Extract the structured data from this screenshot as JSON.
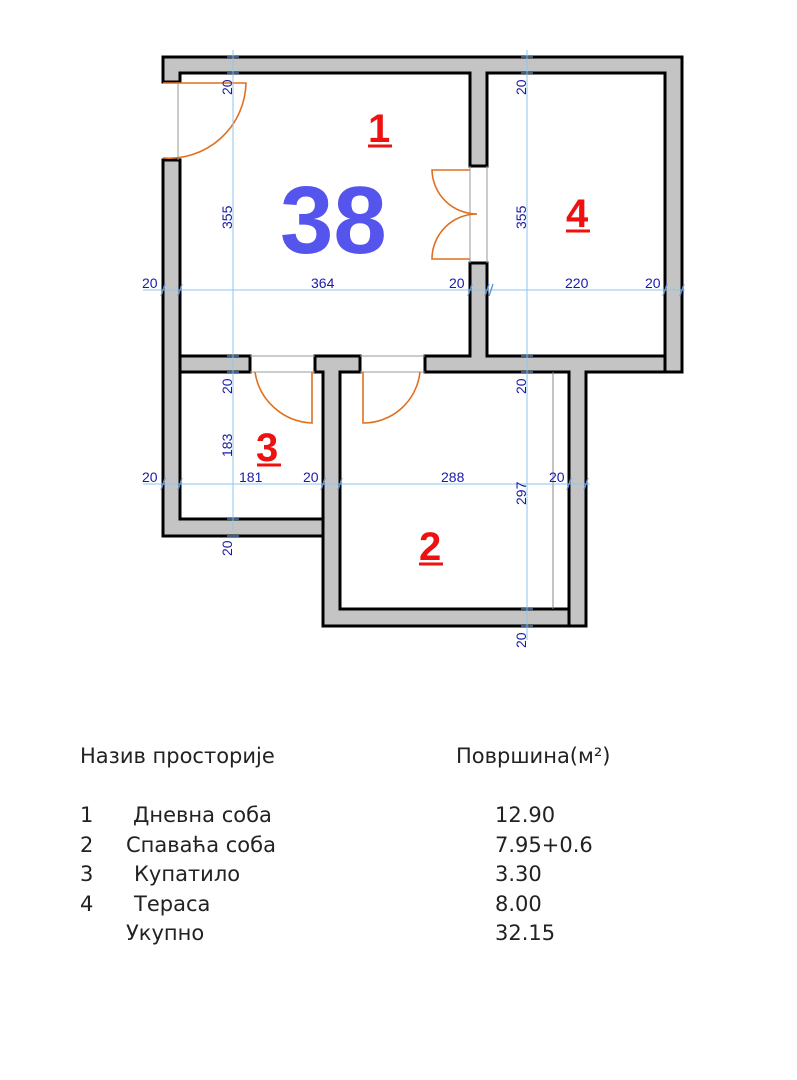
{
  "plan": {
    "area_badge": "38",
    "rooms": [
      {
        "id": "1",
        "label": "1"
      },
      {
        "id": "2",
        "label": "2"
      },
      {
        "id": "3",
        "label": "3"
      },
      {
        "id": "4",
        "label": "4"
      }
    ],
    "dimensions": {
      "top_left_wall": "20",
      "room1_height": "355",
      "room1_left_wall": "20",
      "room1_width": "364",
      "room1_right_wall": "20",
      "top_right_wall": "20",
      "room4_height": "355",
      "room4_width": "220",
      "room4_right_wall": "20",
      "room3_top_wall": "20",
      "room3_height": "183",
      "room3_left_wall": "20",
      "room3_width": "181",
      "room3_right_wall": "20",
      "room3_bottom_wall": "20",
      "room2_top_wall": "20",
      "room2_width": "288",
      "room2_height": "297",
      "room2_right_wall": "20",
      "room2_bottom_wall": "20"
    },
    "colors": {
      "wall_fill": "#c4c4c4",
      "wall_stroke": "#000000",
      "door": "#e07020",
      "dimension_line": "#8fc4ee",
      "dimension_text": "#1a1aa8",
      "room_number": "#ee1111",
      "area_badge": "#5555ee"
    }
  },
  "legend": {
    "header_name": "Назив просторије",
    "header_area": "Површина(м²)",
    "rows": [
      {
        "num": "1",
        "name": "Дневна соба",
        "area": "12.90"
      },
      {
        "num": "2",
        "name": "Спаваћа соба",
        "area": "7.95+0.6"
      },
      {
        "num": "3",
        "name": "Купатило",
        "area": "3.30"
      },
      {
        "num": "4",
        "name": "Тераса",
        "area": "8.00"
      },
      {
        "num": "",
        "name": "Укупно",
        "area": "32.15"
      }
    ]
  }
}
